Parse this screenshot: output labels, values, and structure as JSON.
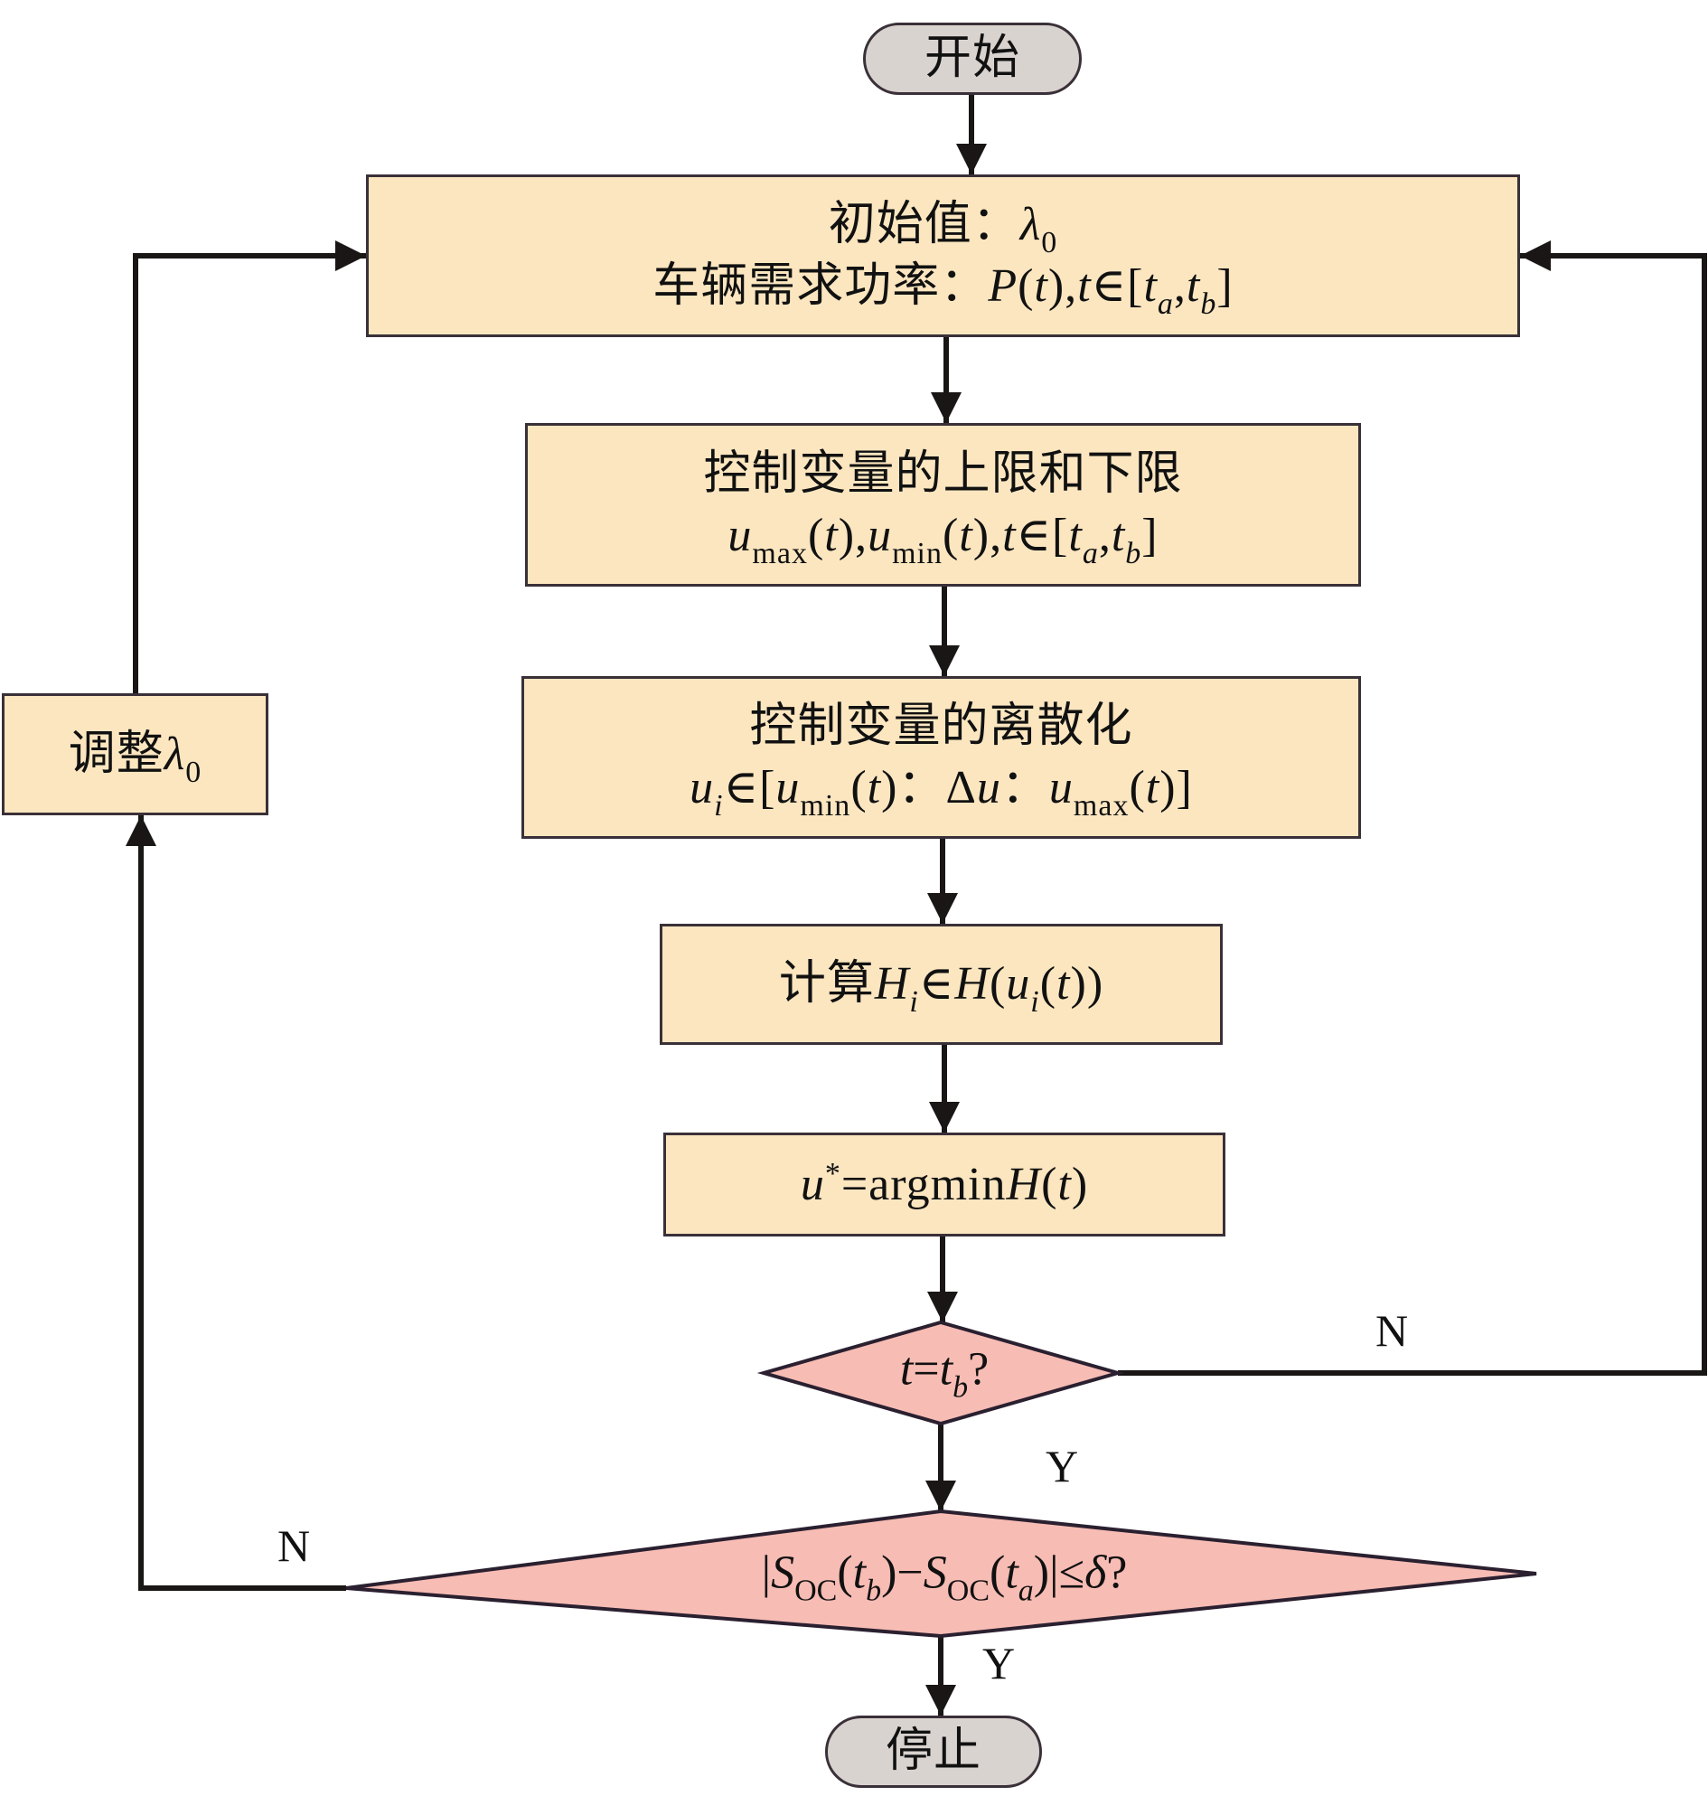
{
  "colors": {
    "process_fill": "#fbe6c0",
    "decision_fill": "#f7bcb4",
    "terminal_fill": "#d9d3d0",
    "stroke": "#3a3038",
    "arrow": "#1a1616"
  },
  "nodes": {
    "start": {
      "text": "开始"
    },
    "init": {
      "line1_cn": "初始值：",
      "line1_var": "λ",
      "line1_sub": "0",
      "line2_cn": "车辆需求功率：",
      "line2_math": "P(t),t∈[t_a,t_b]"
    },
    "bounds": {
      "line1": "控制变量的上限和下限",
      "line2_math": "u_max(t),u_min(t),t∈[t_a,t_b]"
    },
    "discretize": {
      "line1": "控制变量的离散化",
      "line2_math": "u_i∈[u_min(t)：Δu：u_max(t)]"
    },
    "compute": {
      "cn": "计算",
      "math": "H_i∈H(u_i(t))"
    },
    "argmin": {
      "math": "u*=argminH(t)"
    },
    "decision_time": {
      "math": "t=t_b?"
    },
    "decision_soc": {
      "math": "|S_OC(t_b)−S_OC(t_a)|≤δ?"
    },
    "adjust": {
      "cn": "调整",
      "var": "λ",
      "sub": "0"
    },
    "stop": {
      "text": "停止"
    }
  },
  "edge_labels": {
    "time_no": "N",
    "time_yes": "Y",
    "soc_no": "N",
    "soc_yes": "Y"
  },
  "math_parts": {
    "P": "P",
    "t": "t",
    "a": "a",
    "b": "b",
    "u": "u",
    "i": "i",
    "H": "H",
    "max": "max",
    "min": "min",
    "OC": "OC",
    "S": "S",
    "delta": "δ",
    "in": "∈",
    "le": "≤",
    "Delta": "Δ",
    "star": "*",
    "argmin": "=argmin",
    "colon_cn": "：",
    "q": "?"
  }
}
